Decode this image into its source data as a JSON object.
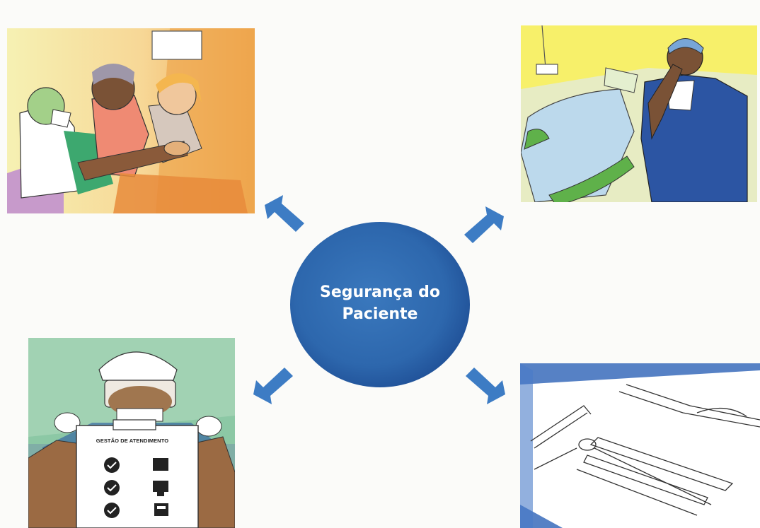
{
  "center": {
    "title_line1": "Segurança do",
    "title_line2": "Paciente",
    "color": "#2d67ad"
  },
  "arrow_color": "#3d7cc4",
  "panels": {
    "top_left": {
      "icon": "dental-team-hands-together-illustration"
    },
    "top_right": {
      "icon": "stressed-dentist-illustration"
    },
    "bottom_left": {
      "icon": "professional-with-checklist-illustration",
      "clipboard_title": "GESTÃO DE ATENDIMENTO"
    },
    "bottom_right": {
      "icon": "dental-instruments-tray-illustration"
    }
  }
}
